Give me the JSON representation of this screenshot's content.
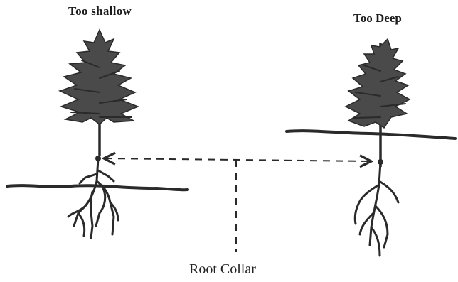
{
  "labels": {
    "too_shallow": "Too shallow",
    "too_deep": "Too Deep",
    "root_collar": "Root Collar"
  },
  "colors": {
    "ink": "#2a2a2a",
    "foliage": "#4a4a4a",
    "background": "#ffffff"
  }
}
